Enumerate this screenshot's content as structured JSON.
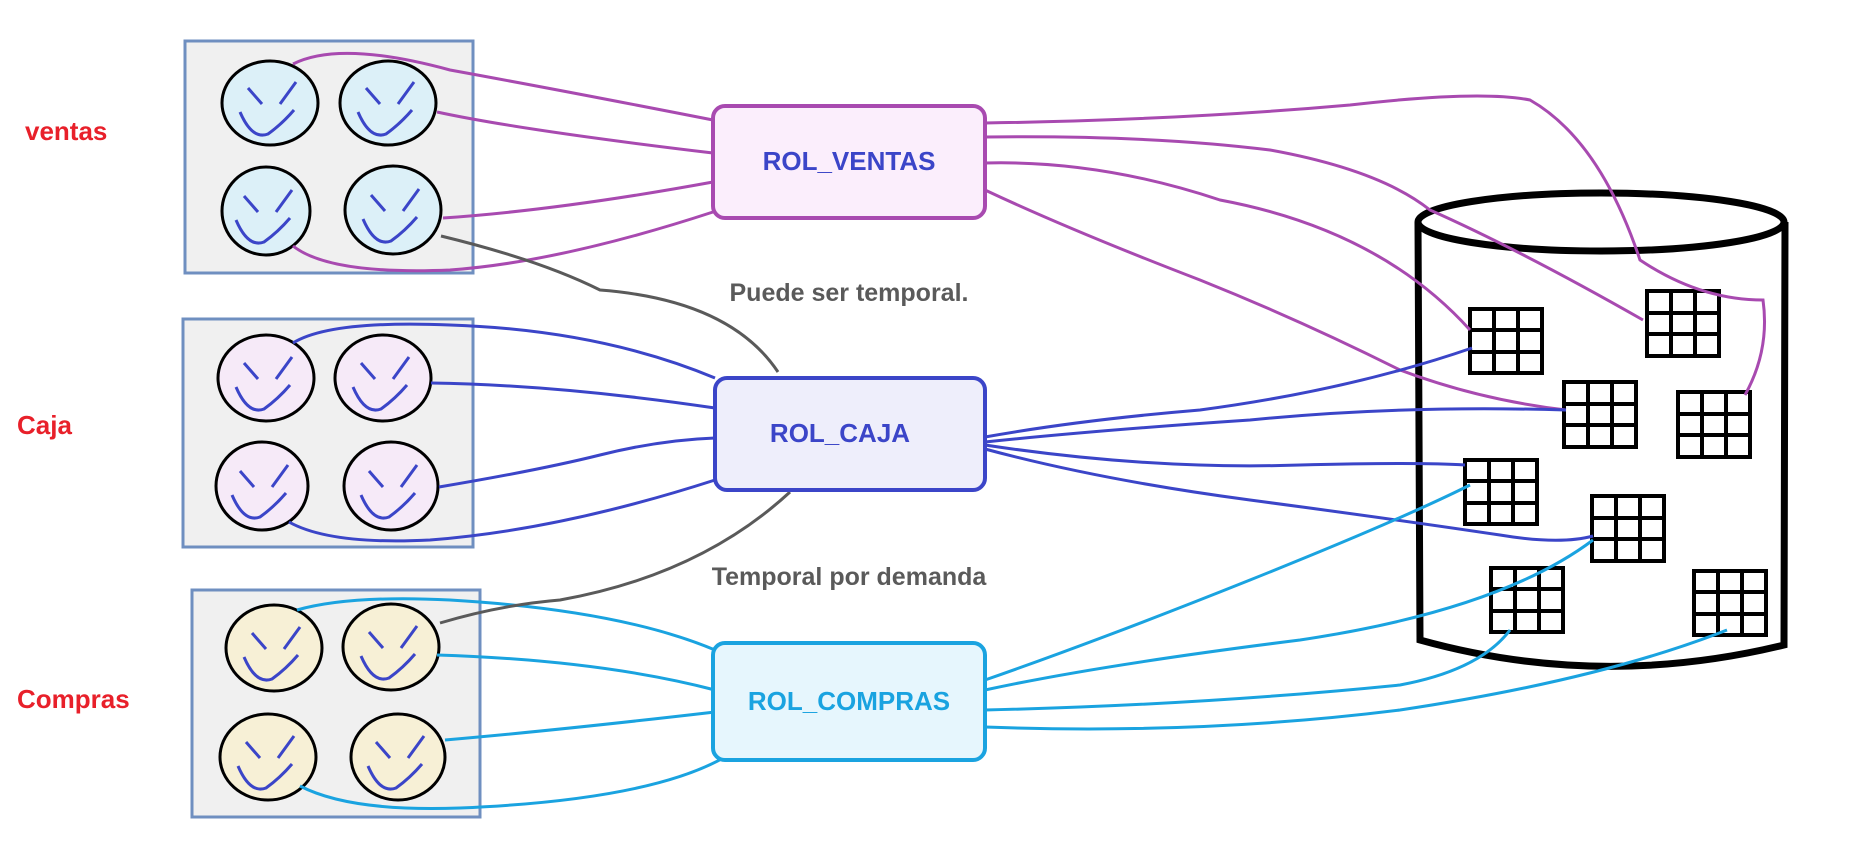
{
  "colors": {
    "label_red": "#e8202a",
    "ventas": "#a84ab0",
    "caja": "#3b45c8",
    "compras": "#1aa3e0",
    "temporal": "#5a5a5a",
    "group_box_border": "#6f8fc0",
    "group_box_fill": "#f0f0f0",
    "face_blue": "#dcf0f8",
    "face_pink": "#f6eaf8",
    "face_yellow": "#f7f0d6",
    "face_features": "#3b45c8",
    "database": "#000000"
  },
  "groups": [
    {
      "id": "ventas",
      "label": "ventas",
      "face_fill": "#dcf0f8"
    },
    {
      "id": "caja",
      "label": "Caja",
      "face_fill": "#f6eaf8"
    },
    {
      "id": "compras",
      "label": "Compras",
      "face_fill": "#f7f0d6"
    }
  ],
  "roles": [
    {
      "id": "ventas",
      "label": "ROL_VENTAS",
      "border": "#a84ab0",
      "fill": "#fbeefc",
      "text": "#3b45c8"
    },
    {
      "id": "caja",
      "label": "ROL_CAJA",
      "border": "#3b45c8",
      "fill": "#eeeefb",
      "text": "#3b45c8"
    },
    {
      "id": "compras",
      "label": "ROL_COMPRAS",
      "border": "#1aa3e0",
      "fill": "#e6f6fd",
      "text": "#1aa3e0"
    }
  ],
  "notes": {
    "temporal_1": "Puede ser temporal.",
    "temporal_2": "Temporal por demanda"
  },
  "database": {
    "icon": "database-cylinder-icon",
    "table_icon": "table-grid-icon",
    "table_count": 8
  }
}
